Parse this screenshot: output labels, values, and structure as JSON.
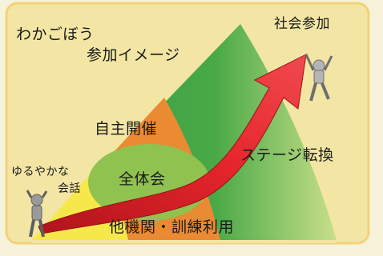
{
  "title_line1": "わかごぼう",
  "title_line2": "参加イメージ",
  "labels": {
    "goal": "社会参加",
    "self_hosted": "自主開催",
    "stage_shift": "ステージ転換",
    "casual_talk_line1": "ゆるやかな",
    "casual_talk_line2": "会話",
    "whole_meeting": "全体会",
    "other_orgs": "他機関・訓練利用"
  },
  "colors": {
    "frame_background": "#f3e6a4",
    "frame_border": "#f2d27a",
    "outer_background": "#f7f3da",
    "panel_dark_green": "#3a9e45",
    "panel_light_green": "#b8d67a",
    "panel_orange": "#ea8a33",
    "panel_yellow": "#f6e84a",
    "inner_ellipse": "#8fc24f",
    "arrow_red": "#e5262c"
  },
  "icons": [
    "person-struggling-icon",
    "person-celebrating-icon",
    "rising-arrow-icon"
  ]
}
